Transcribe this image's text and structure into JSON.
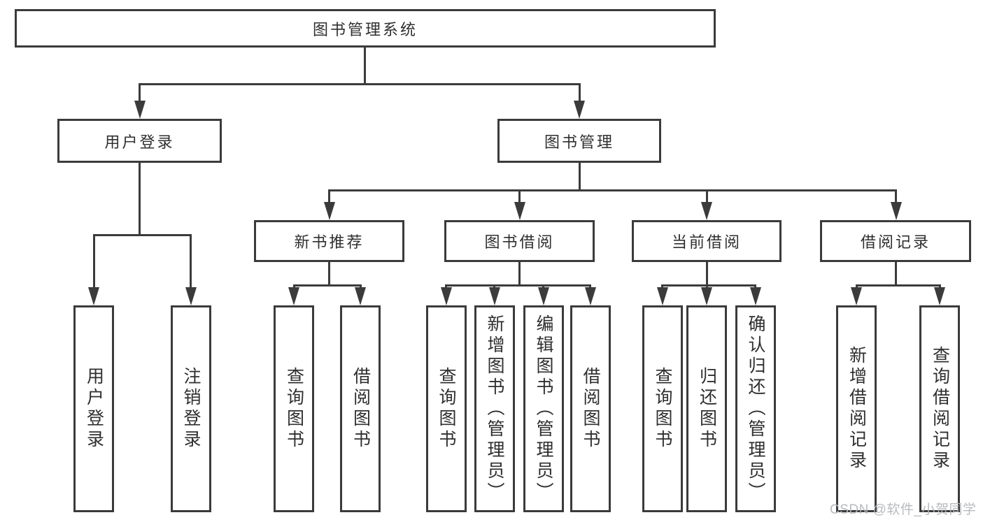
{
  "colors": {
    "line": "#3b3b3b",
    "text": "#2f2f2f",
    "background": "#ffffff",
    "watermark": "#b4b8bc"
  },
  "root": {
    "label": "图书管理系统"
  },
  "level2": [
    {
      "label": "用户登录"
    },
    {
      "label": "图书管理"
    }
  ],
  "level3": [
    {
      "label": "新书推荐"
    },
    {
      "label": "图书借阅"
    },
    {
      "label": "当前借阅"
    },
    {
      "label": "借阅记录"
    }
  ],
  "leaves": [
    {
      "label": "用户登录"
    },
    {
      "label": "注销登录"
    },
    {
      "label": "查询图书"
    },
    {
      "label": "借阅图书"
    },
    {
      "label": "查询图书"
    },
    {
      "label": "新增图书（管理员）"
    },
    {
      "label": "编辑图书（管理员）"
    },
    {
      "label": "借阅图书"
    },
    {
      "label": "查询图书"
    },
    {
      "label": "归还图书"
    },
    {
      "label": "确认归还（管理员）"
    },
    {
      "label": "新增借阅记录"
    },
    {
      "label": "查询借阅记录"
    }
  ],
  "watermark": {
    "text": "CSDN @软件_小贺同学"
  }
}
